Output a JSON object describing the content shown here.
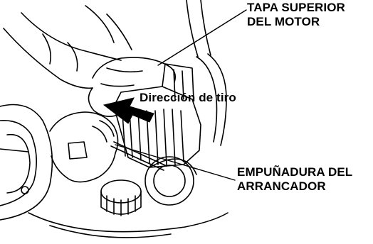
{
  "labels": {
    "top_cover": [
      "TAPA SUPERIOR",
      "DEL MOTOR"
    ],
    "pull_direction": "Dirección de tiro",
    "starter_handle": [
      "EMPUÑADURA DEL",
      "ARRANCADOR"
    ]
  },
  "colors": {
    "ink": "#000000",
    "paper": "#ffffff"
  }
}
